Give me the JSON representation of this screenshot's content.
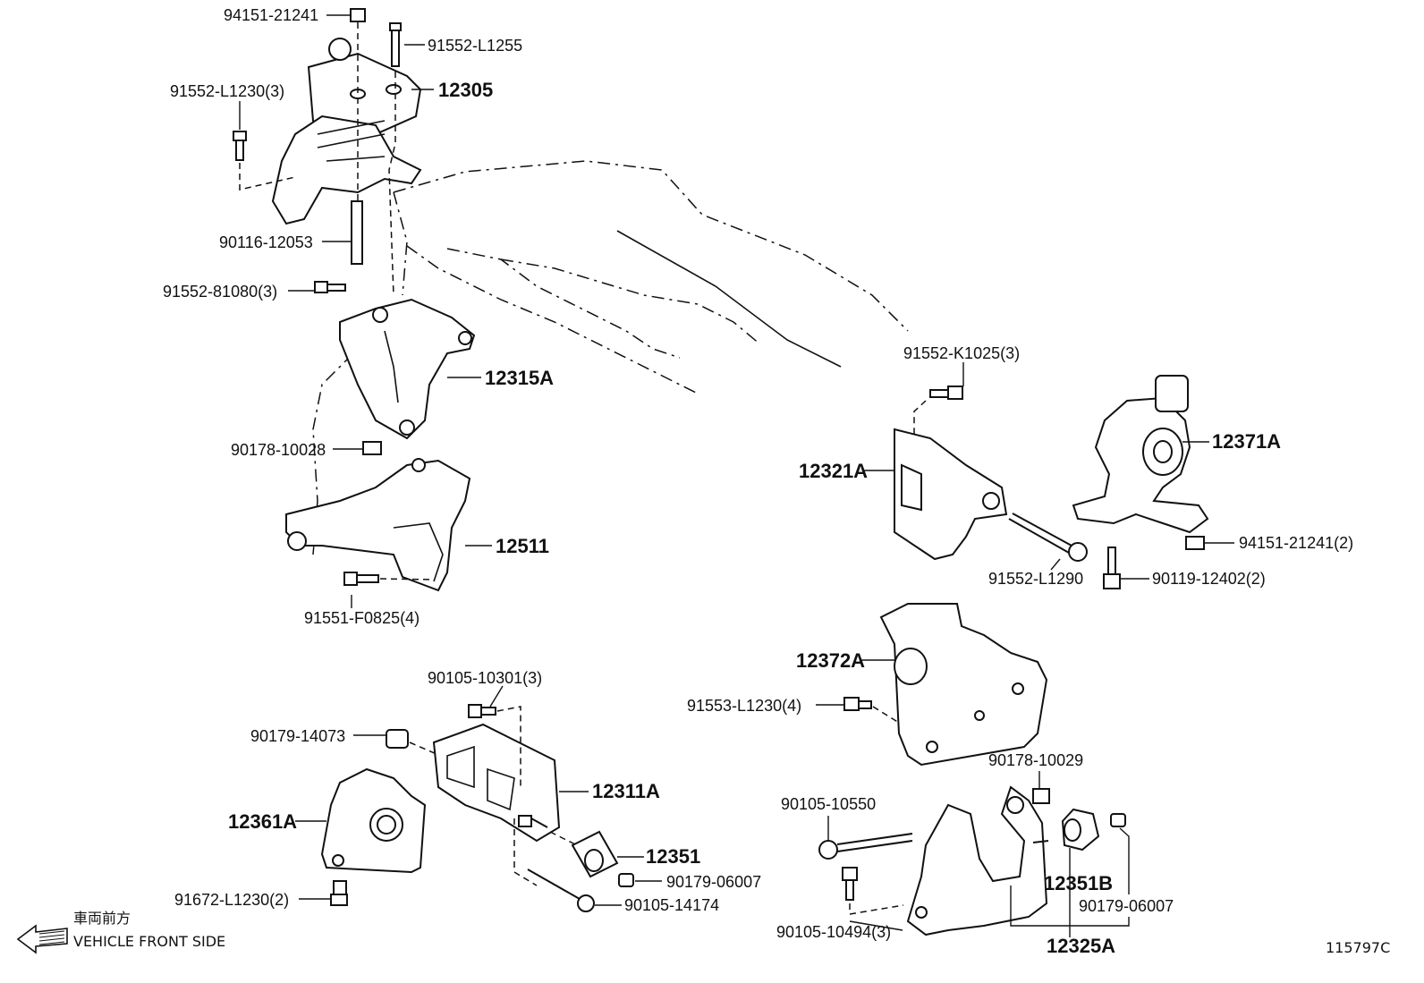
{
  "diagram": {
    "labels": {
      "p94151_21241_top": "94151-21241",
      "p91552_L1255": "91552-L1255",
      "p91552_L1230_3": "91552-L1230(3)",
      "p12305": "12305",
      "p90116_12053": "90116-12053",
      "p91552_81080_3": "91552-81080(3)",
      "p12315A": "12315A",
      "p90178_10028": "90178-10028",
      "p12511": "12511",
      "p91551_F0825_4": "91551-F0825(4)",
      "p90105_10301_3": "90105-10301(3)",
      "p90179_14073": "90179-14073",
      "p12311A": "12311A",
      "p12361A": "12361A",
      "p12351": "12351",
      "p90179_06007_a": "90179-06007",
      "p91672_L1230_2": "91672-L1230(2)",
      "p90105_14174": "90105-14174",
      "p91552_K1025_3": "91552-K1025(3)",
      "p12321A": "12321A",
      "p12371A": "12371A",
      "p94151_21241_2": "94151-21241(2)",
      "p91552_L1290": "91552-L1290",
      "p90119_12402_2": "90119-12402(2)",
      "p12372A": "12372A",
      "p91553_L1230_4": "91553-L1230(4)",
      "p90178_10029": "90178-10029",
      "p90105_10550": "90105-10550",
      "p12351B": "12351B",
      "p90179_06007_b": "90179-06007",
      "p90105_10494_3": "90105-10494(3)",
      "p12325A": "12325A"
    },
    "front_note_jp": "車両前方",
    "front_note_en": "VEHICLE FRONT SIDE",
    "figure_code": "115797C"
  }
}
